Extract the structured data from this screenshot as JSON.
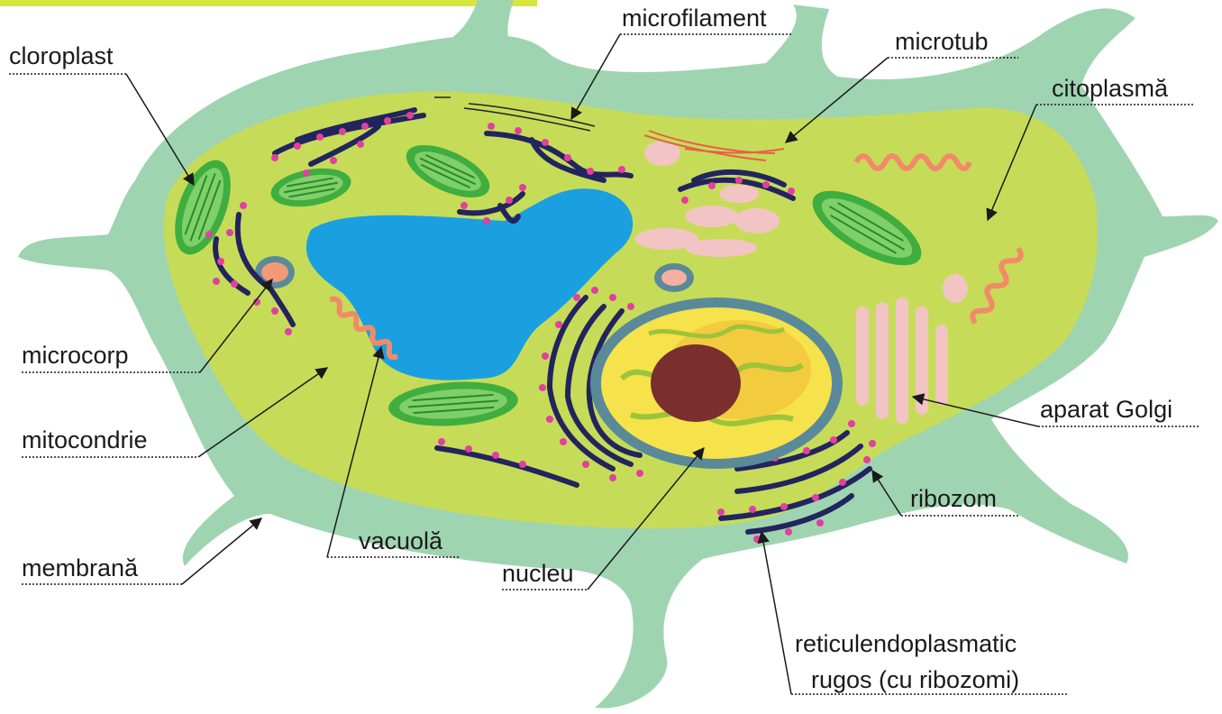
{
  "labels": {
    "cloroplast": "cloroplast",
    "microfilament": "microfilament",
    "microtub": "microtub",
    "citoplasma": "citoplasmă",
    "microcorp": "microcorp",
    "mitocondrie": "mitocondrie",
    "membrana": "membrană",
    "vacuola": "vacuolă",
    "nucleu": "nucleu",
    "aparat_golgi": "aparat Golgi",
    "ribozom": "ribozom",
    "reticul_line1": "reticulendoplasmatic",
    "reticul_line2": "rugos (cu ribozomi)"
  },
  "colors": {
    "membrane": "#9fd4b0",
    "cytoplasm": "#c6dc58",
    "vacuole": "#1aa0e0",
    "chloroplast": "#3fae3f",
    "mitochondrion": "#f29a78",
    "golgi": "#f3c4c4",
    "nucleus_envelope": "#5a8a9a",
    "nucleoplasm": "#f6e24a",
    "nucleolus": "#7a2f2f",
    "er": "#23245e",
    "ribosome": "#e23fa0"
  }
}
